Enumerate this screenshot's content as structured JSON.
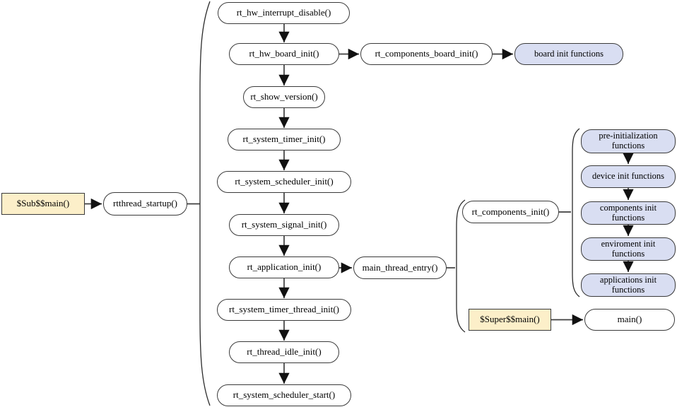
{
  "diagram": {
    "description": "RT-Thread startup sequence flowchart",
    "colors": {
      "node_fill": "#ffffff",
      "entry_fill": "#fcefc9",
      "group_fill": "#d9def2",
      "border": "#3a3a3a",
      "arrow": "#3f3f3f"
    },
    "nodes": {
      "sub_main": "$Sub$$main()",
      "rtthread_startup": "rtthread_startup()",
      "rt_hw_interrupt_disable": "rt_hw_interrupt_disable()",
      "rt_hw_board_init": "rt_hw_board_init()",
      "rt_components_board_init": "rt_components_board_init()",
      "board_init_functions": "board init functions",
      "rt_show_version": "rt_show_version()",
      "rt_system_timer_init": "rt_system_timer_init()",
      "rt_system_scheduler_init": "rt_system_scheduler_init()",
      "rt_system_signal_init": "rt_system_signal_init()",
      "rt_application_init": "rt_application_init()",
      "main_thread_entry": "main_thread_entry()",
      "rt_components_init": "rt_components_init()",
      "pre_initialization_functions": "pre-initialization functions",
      "device_init_functions": "device init functions",
      "components_init_functions": "components init functions",
      "environment_init_functions": "enviroment init functions",
      "applications_init_functions": "applications init functions",
      "super_main": "$Super$$main()",
      "main_fn": "main()",
      "rt_system_timer_thread_init": "rt_system_timer_thread_init()",
      "rt_thread_idle_init": "rt_thread_idle_init()",
      "rt_system_scheduler_start": "rt_system_scheduler_start()"
    }
  }
}
